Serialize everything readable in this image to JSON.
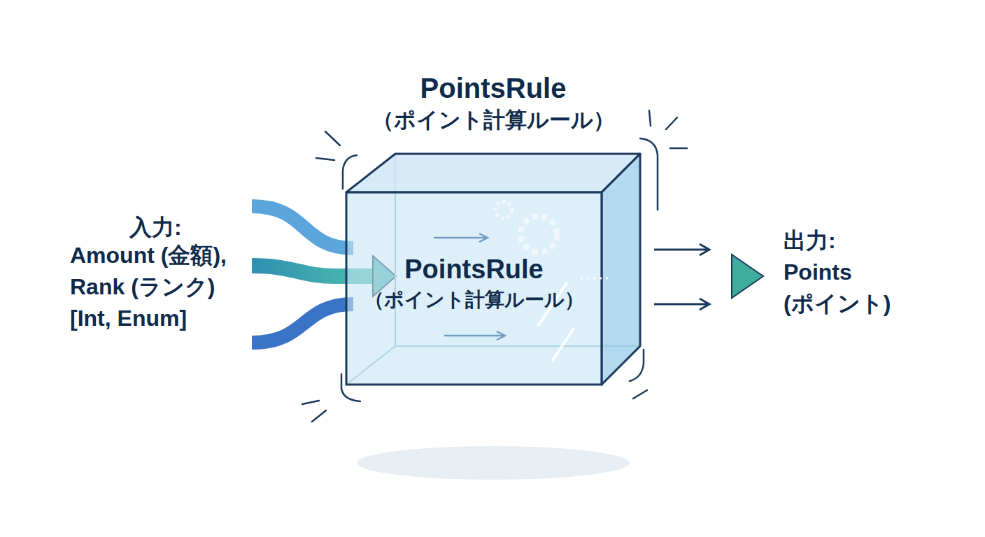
{
  "diagram": {
    "nodes": [
      {
        "text": [
          "PointsRule （ポイント計算ルール）",
          "PointsRule （ポイント計算ルール）"
        ]
      }
    ],
    "labels": [
      "入力:",
      "Amount (金額), Rank (ランク) [Int, Enum]",
      "出力:",
      "Points (ポイント)"
    ]
  }
}
